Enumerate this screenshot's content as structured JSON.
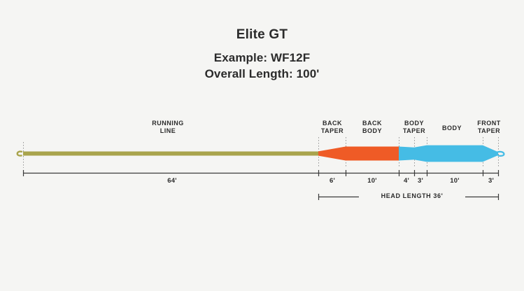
{
  "header": {
    "product_title": "Elite GT",
    "example_line": "Example: WF12F",
    "overall_length_line": "Overall Length: 100'"
  },
  "colors": {
    "background": "#f5f5f3",
    "running_line": "#a9a44c",
    "back_taper": "#ef5b26",
    "back_body": "#ef5b26",
    "body_taper": "#45bce5",
    "body": "#45bce5",
    "front_taper": "#45bce5",
    "text": "#2b2b2b",
    "rule": "#3a3a3a",
    "guide": "#9a9a9a"
  },
  "chart_data": {
    "type": "diagram",
    "title": "Elite GT",
    "subtitle": "Example: WF12F / Overall Length: 100'",
    "units": "feet",
    "total_length": "100'",
    "head_length": "36'",
    "segments": [
      {
        "name": "running-line",
        "label": "RUNNING LINE",
        "length": "64'",
        "feet": 64,
        "color": "#a9a44c"
      },
      {
        "name": "back-taper",
        "label": "BACK TAPER",
        "length": "6'",
        "feet": 6,
        "color": "#ef5b26"
      },
      {
        "name": "back-body",
        "label": "BACK BODY",
        "length": "10'",
        "feet": 10,
        "color": "#ef5b26"
      },
      {
        "name": "body-taper",
        "label": "BODY TAPER",
        "length": "4'",
        "feet": 4,
        "color": "#45bce5"
      },
      {
        "name": "body-taper-2",
        "label": "",
        "length": "3'",
        "feet": 3,
        "color": "#45bce5"
      },
      {
        "name": "body",
        "label": "BODY",
        "length": "10'",
        "feet": 10,
        "color": "#45bce5"
      },
      {
        "name": "front-taper",
        "label": "FRONT TAPER",
        "length": "3'",
        "feet": 3,
        "color": "#45bce5"
      }
    ]
  },
  "segment_labels": {
    "running_line": "RUNNING\nLINE",
    "running_line_l1": "RUNNING",
    "running_line_l2": "LINE",
    "back_taper_l1": "BACK",
    "back_taper_l2": "TAPER",
    "back_body_l1": "BACK",
    "back_body_l2": "BODY",
    "body_taper_l1": "BODY",
    "body_taper_l2": "TAPER",
    "body": "BODY",
    "front_taper_l1": "FRONT",
    "front_taper_l2": "TAPER"
  },
  "dimensions": {
    "running_line": "64'",
    "back_taper": "6'",
    "back_body": "10'",
    "body_taper": "4'",
    "body_taper_2": "3'",
    "body": "10'",
    "front_taper": "3'"
  },
  "head_length": {
    "label": "HEAD LENGTH 36'"
  }
}
